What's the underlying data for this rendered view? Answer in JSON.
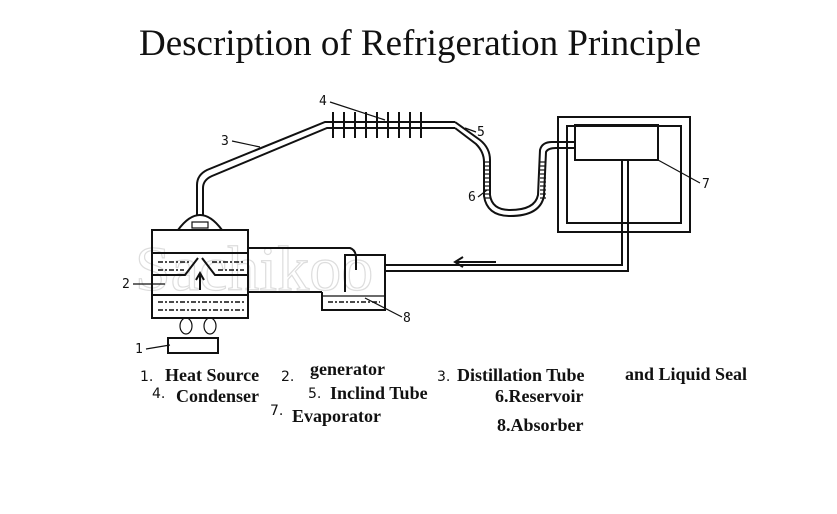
{
  "title": "Description of Refrigeration Principle",
  "watermark": "Sachikoo",
  "callouts": [
    "1",
    "2",
    "3",
    "4",
    "5",
    "6",
    "7",
    "8"
  ],
  "legend": {
    "n1": "1.",
    "l1": "Heat Source",
    "n2": "2.",
    "l2": "generator",
    "n3": "3.",
    "l3": "Distillation Tube",
    "l3b": "and Liquid Seal",
    "n4": "4.",
    "l4": "Condenser",
    "n5": "5.",
    "l5": "Inclind Tube",
    "l6": "6.Reservoir",
    "n7": "7.",
    "l7": "Evaporator",
    "l8": "8.Absorber"
  }
}
